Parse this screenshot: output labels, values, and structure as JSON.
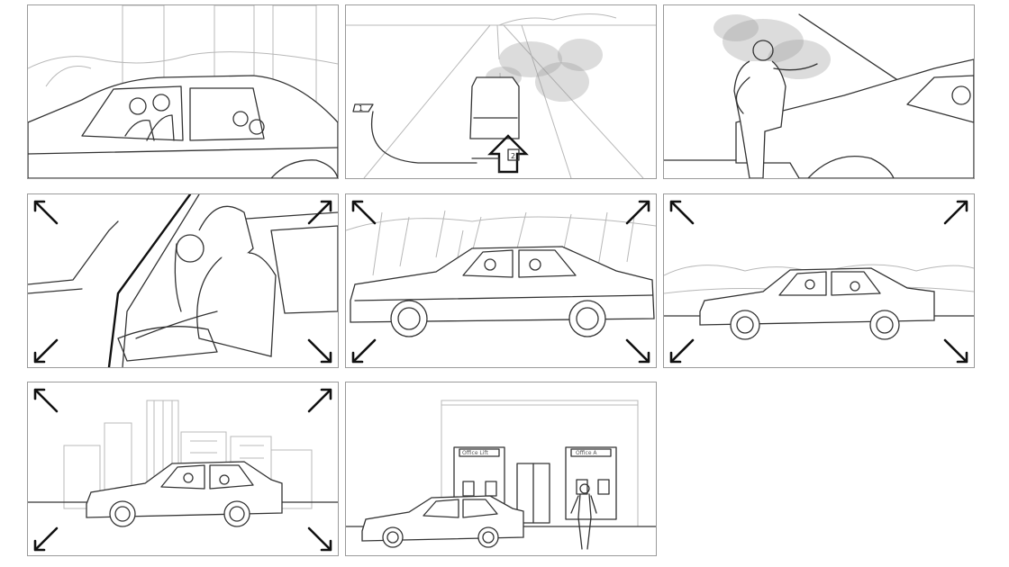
{
  "storyboard": {
    "panels": [
      {
        "id": 1,
        "scene": "couple-driving-in-forest"
      },
      {
        "id": 2,
        "scene": "car-on-road-with-smoke"
      },
      {
        "id": 3,
        "scene": "man-checking-smoking-engine"
      },
      {
        "id": 4,
        "scene": "driver-looking-back-closeup"
      },
      {
        "id": 5,
        "scene": "car-driving-in-rain"
      },
      {
        "id": 6,
        "scene": "car-in-countryside"
      },
      {
        "id": 7,
        "scene": "car-in-city"
      },
      {
        "id": 8,
        "scene": "car-arriving-at-building"
      }
    ],
    "panel2_marks": {
      "mark_a": "1",
      "mark_b": "2"
    },
    "panel8_signs": {
      "left_sign": "Office Lift",
      "right_sign": "Office A"
    }
  }
}
